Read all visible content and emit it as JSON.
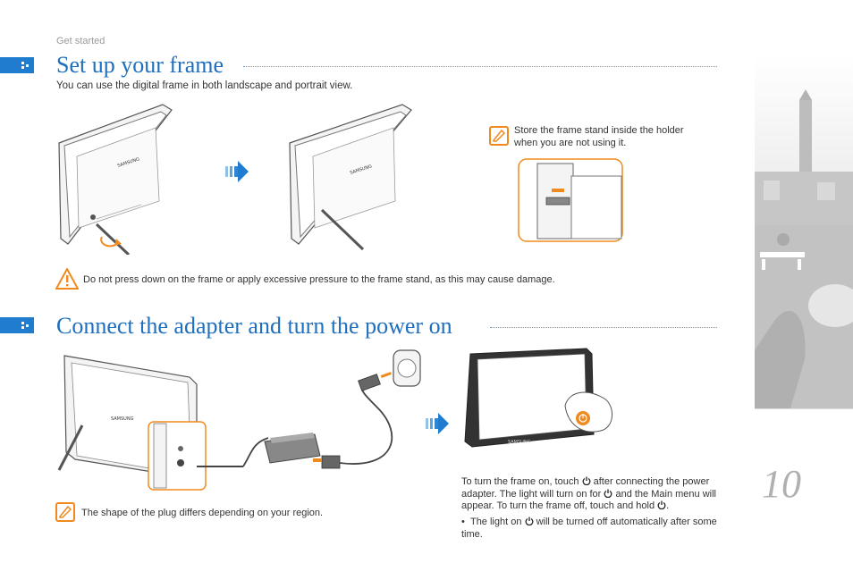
{
  "breadcrumb": "Get started",
  "section1": {
    "title": "Set up your frame",
    "intro": "You can use the digital frame in both landscape and portrait view.",
    "note_line1": "Store the frame stand inside the holder",
    "note_line2": "when you are not using it.",
    "warning": "Do not press down on the frame or apply excessive pressure to the frame stand, as this may cause damage."
  },
  "section2": {
    "title": "Connect the adapter and turn the power on",
    "note": "The shape of the plug differs depending on your region.",
    "p_part1": "To turn the frame on, touch",
    "p_part2": "after connecting the power adapter. The light will turn on for",
    "p_part3": "and the Main menu will appear. To turn the frame off, touch and hold",
    "p_part4": ".",
    "bullet_part1": "The light on",
    "bullet_part2": "will be turned off automatically after some time."
  },
  "brand_label": "SAMSUNG",
  "page_number": "10",
  "colors": {
    "accent_blue": "#1f7ccf",
    "title_blue": "#1f6fbf",
    "orange": "#f08a1e"
  }
}
